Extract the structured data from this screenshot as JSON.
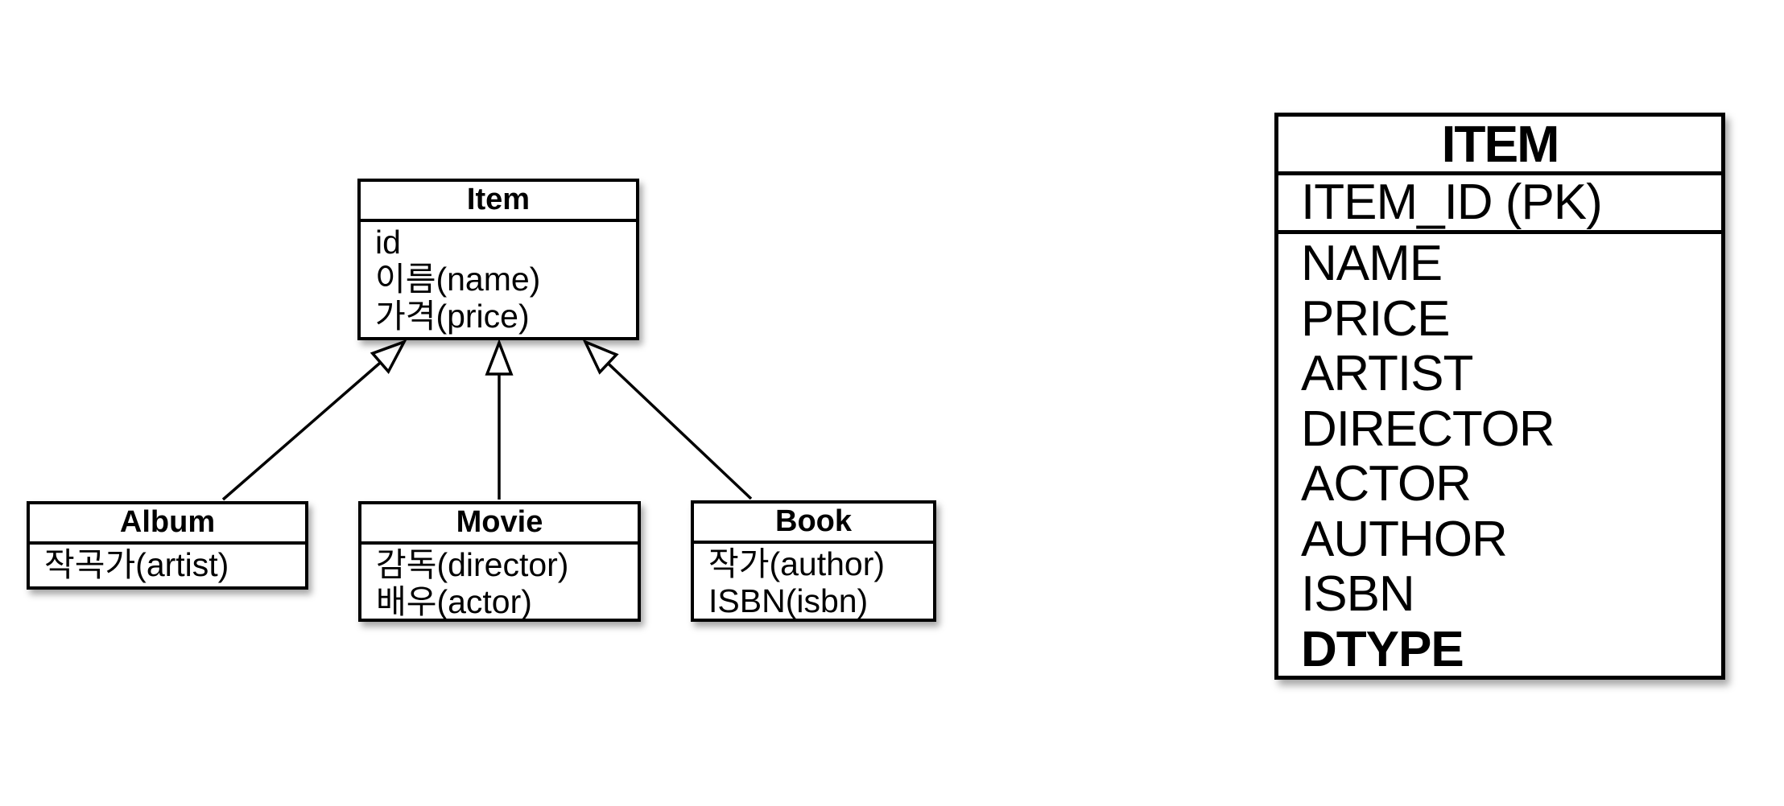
{
  "colors": {
    "line": "#000000",
    "background": "#ffffff",
    "text": "#000000"
  },
  "uml": {
    "classes": [
      {
        "name": "Item",
        "attributes": [
          "id",
          "이름(name)",
          "가격(price)"
        ]
      },
      {
        "name": "Album",
        "attributes": [
          "작곡가(artist)"
        ]
      },
      {
        "name": "Movie",
        "attributes": [
          "감독(director)",
          "배우(actor)"
        ]
      },
      {
        "name": "Book",
        "attributes": [
          "작가(author)",
          "ISBN(isbn)"
        ]
      }
    ]
  },
  "er_table": {
    "title": "ITEM",
    "primary_key": "ITEM_ID (PK)",
    "columns": [
      "NAME",
      "PRICE",
      "ARTIST",
      "DIRECTOR",
      "ACTOR",
      "AUTHOR",
      "ISBN",
      "DTYPE"
    ]
  }
}
